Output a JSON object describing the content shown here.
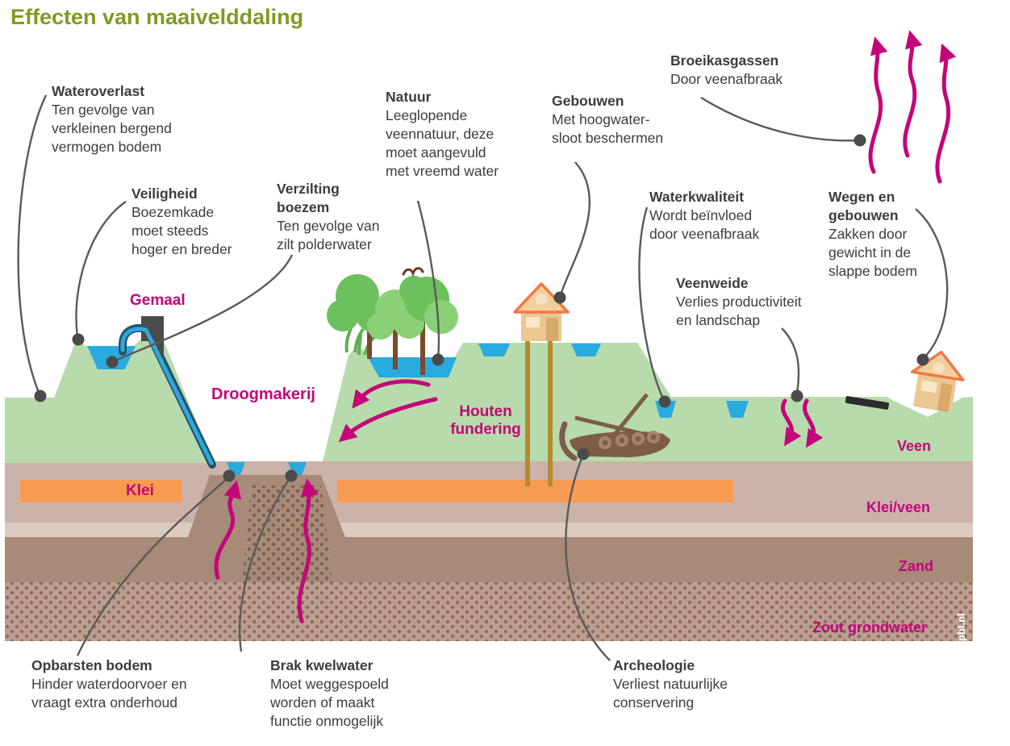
{
  "title": "Effecten van maaivelddaling",
  "brand": "pbl.nl",
  "colors": {
    "title_green": "#7d9c20",
    "magenta": "#c4057a",
    "land_green": "#b7dbac",
    "water_blue": "#29abdf",
    "klei_veen_tan": "#cbb3a9",
    "klei_orange": "#f69b51",
    "zand_brown": "#a78a77",
    "zout_brown": "#bb9e8f",
    "text_dark": "#3c3c3c",
    "leader_gray": "#5a5a5a"
  },
  "callouts": {
    "wateroverlast": {
      "title_lines": [
        "Wateroverlast"
      ],
      "body": [
        "Ten gevolge van",
        "verkleinen bergend",
        "vermogen bodem"
      ]
    },
    "veiligheid": {
      "title_lines": [
        "Veiligheid"
      ],
      "body": [
        "Boezemkade",
        "moet steeds",
        "hoger en breder"
      ]
    },
    "verzilting": {
      "title_lines": [
        "Verzilting",
        "boezem"
      ],
      "body": [
        "Ten gevolge van",
        "zilt polderwater"
      ]
    },
    "natuur": {
      "title_lines": [
        "Natuur"
      ],
      "body": [
        "Leeglopende",
        "veennatuur, deze",
        "moet aangevuld",
        "met vreemd water"
      ]
    },
    "gebouwen": {
      "title_lines": [
        "Gebouwen"
      ],
      "body": [
        "Met hoogwater-",
        "sloot beschermen"
      ]
    },
    "broeikasgassen": {
      "title_lines": [
        "Broeikasgassen"
      ],
      "body": [
        "Door veenafbraak"
      ]
    },
    "waterkwaliteit": {
      "title_lines": [
        "Waterkwaliteit"
      ],
      "body": [
        "Wordt beïnvloed",
        "door veenafbraak"
      ]
    },
    "veenweide": {
      "title_lines": [
        "Veenweide"
      ],
      "body": [
        "Verlies productiviteit",
        "en landschap"
      ]
    },
    "wegen": {
      "title_lines": [
        "Wegen en",
        "gebouwen"
      ],
      "body": [
        "Zakken door",
        "gewicht in de",
        "slappe bodem"
      ]
    },
    "opbarsten": {
      "title_lines": [
        "Opbarsten bodem"
      ],
      "body": [
        "Hinder waterdoorvoer en",
        "vraagt extra onderhoud"
      ]
    },
    "brak": {
      "title_lines": [
        "Brak kwelwater"
      ],
      "body": [
        "Moet weggespoeld",
        "worden of maakt",
        "functie onmogelijk"
      ]
    },
    "archeologie": {
      "title_lines": [
        "Archeologie"
      ],
      "body": [
        "Verliest natuurlijke",
        "conservering"
      ]
    }
  },
  "map_labels": {
    "gemaal": "Gemaal",
    "droogmakerij": "Droogmakerij",
    "houten_1": "Houten",
    "houten_2": "fundering",
    "klei": "Klei"
  },
  "layer_labels": {
    "veen": "Veen",
    "klei_veen": "Klei/veen",
    "zand": "Zand",
    "zout_grondwater": "Zout grondwater"
  }
}
